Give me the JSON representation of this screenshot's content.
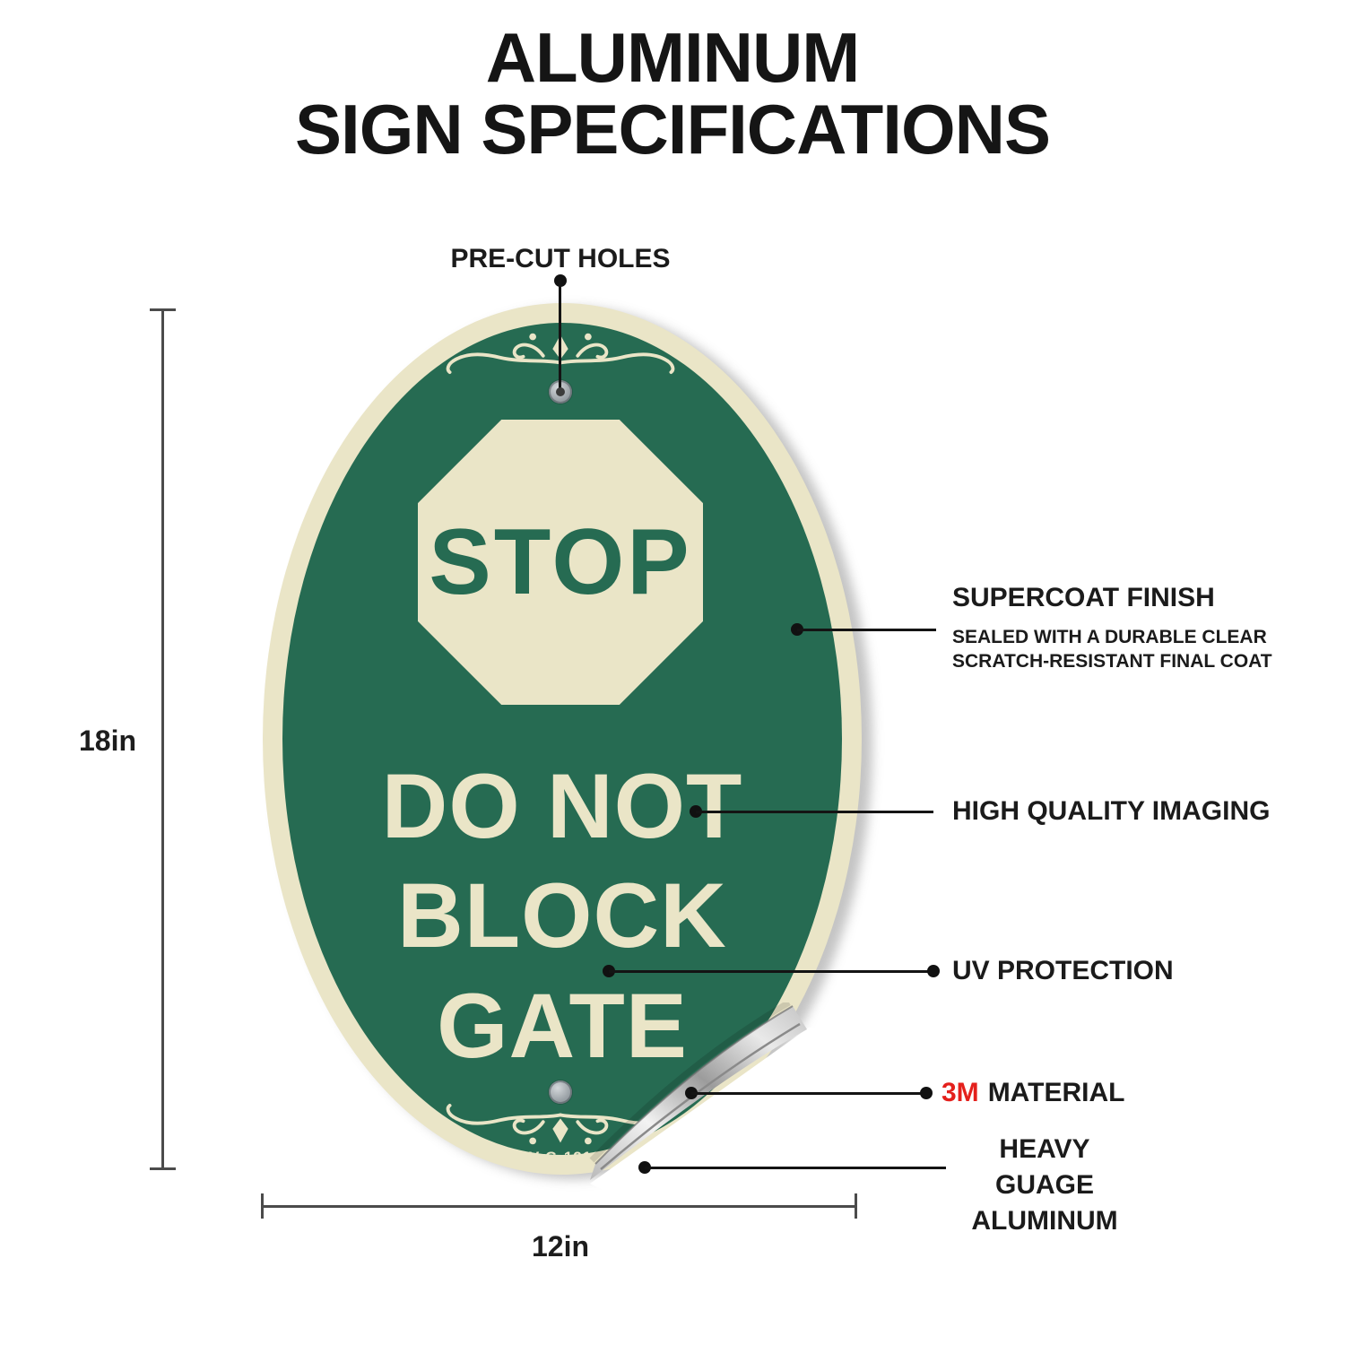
{
  "title": {
    "line1": "ALUMINUM",
    "line2": "SIGN SPECIFICATIONS"
  },
  "sign": {
    "stop_text": "STOP",
    "message_line1": "DO NOT",
    "message_line2": "BLOCK",
    "message_line3": "GATE",
    "part_number": "A-OV-G-1218-22",
    "colors": {
      "green": "#266B52",
      "cream": "#EAE5C7"
    }
  },
  "dimensions": {
    "height": "18in",
    "width": "12in"
  },
  "callouts": {
    "precut_holes": "PRE-CUT HOLES",
    "supercoat_title": "SUPERCOAT FINISH",
    "supercoat_sub1": "SEALED WITH A DURABLE CLEAR",
    "supercoat_sub2": "SCRATCH-RESISTANT FINAL COAT",
    "imaging": "HIGH QUALITY IMAGING",
    "uv": "UV PROTECTION",
    "m3_brand": "3M",
    "m3_rest": "MATERIAL",
    "m3_brand_color": "#E4201C",
    "aluminum_line1": "HEAVY GUAGE",
    "aluminum_line2": "ALUMINUM"
  }
}
